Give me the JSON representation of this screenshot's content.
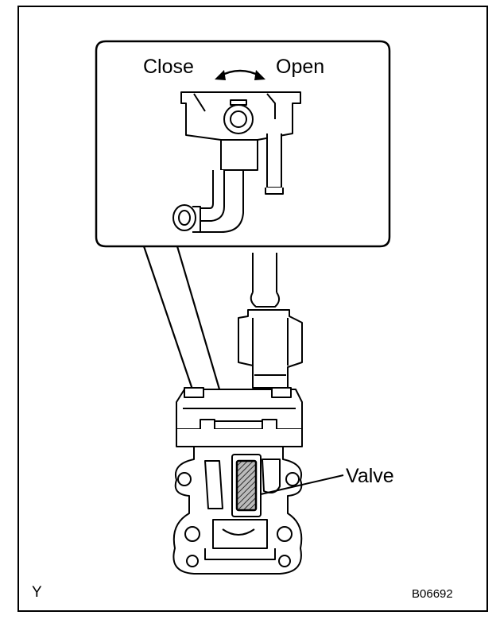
{
  "labels": {
    "close": "Close",
    "open": "Open",
    "valve": "Valve",
    "view_code": "Y",
    "figure_id": "B06692"
  },
  "colors": {
    "ink": "#000000",
    "paper": "#ffffff",
    "hatch_fill": "#bbbbbb"
  }
}
